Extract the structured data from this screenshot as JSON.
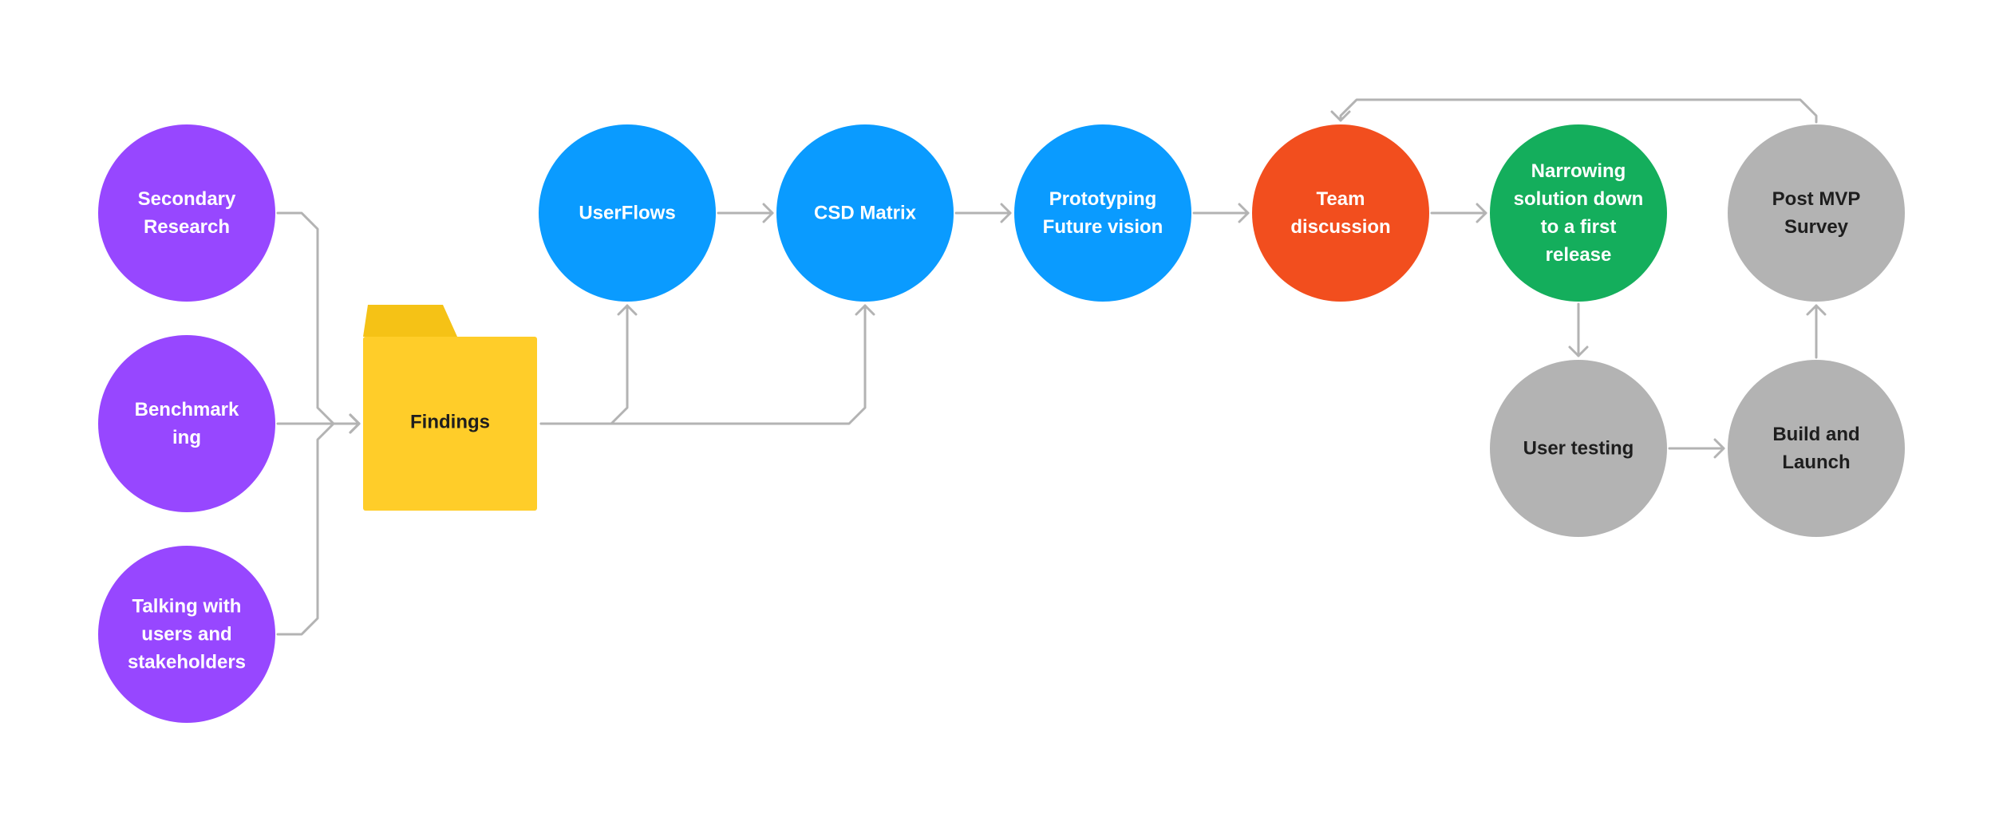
{
  "colors": {
    "background": "#ffffff",
    "research": "#9747ff",
    "process": "#0a9bff",
    "discussion": "#f24e1e",
    "solution": "#14ae5c",
    "pending": "#b3b3b3",
    "folder": "#ffcd29",
    "folder_tab": "#f5c216",
    "connector": "#b3b3b3",
    "light_text": "#ffffff",
    "dark_text": "#1e1e1e"
  },
  "nodes": {
    "secondary_research": {
      "lines": [
        "Secondary",
        "Research"
      ],
      "color": "research",
      "text": "light_text",
      "icon": ""
    },
    "benchmarking": {
      "lines": [
        "Benchmark",
        "ing"
      ],
      "color": "research",
      "text": "light_text",
      "icon": ""
    },
    "talking_with_users": {
      "lines": [
        "Talking with",
        "users and",
        "stakeholders"
      ],
      "color": "research",
      "text": "light_text",
      "icon": ""
    },
    "findings": {
      "lines": [
        "Findings"
      ],
      "color": "folder",
      "text": "dark_text",
      "icon": "folder-icon"
    },
    "userflows": {
      "lines": [
        "UserFlows"
      ],
      "color": "process",
      "text": "light_text",
      "icon": ""
    },
    "csd_matrix": {
      "lines": [
        "CSD Matrix"
      ],
      "color": "process",
      "text": "light_text",
      "icon": ""
    },
    "prototyping": {
      "lines": [
        "Prototyping",
        "Future vision"
      ],
      "color": "process",
      "text": "light_text",
      "icon": ""
    },
    "team_discussion": {
      "lines": [
        "Team",
        "discussion"
      ],
      "color": "discussion",
      "text": "light_text",
      "icon": ""
    },
    "narrowing_solution": {
      "lines": [
        "Narrowing",
        "solution down",
        "to a first",
        "release"
      ],
      "color": "solution",
      "text": "light_text",
      "icon": ""
    },
    "user_testing": {
      "lines": [
        "User testing"
      ],
      "color": "pending",
      "text": "dark_text",
      "icon": ""
    },
    "build_and_launch": {
      "lines": [
        "Build and",
        "Launch"
      ],
      "color": "pending",
      "text": "dark_text",
      "icon": ""
    },
    "post_mvp_survey": {
      "lines": [
        "Post MVP",
        "Survey"
      ],
      "color": "pending",
      "text": "dark_text",
      "icon": ""
    }
  },
  "edges": [
    {
      "from": "secondary_research",
      "to": "findings"
    },
    {
      "from": "benchmarking",
      "to": "findings"
    },
    {
      "from": "talking_with_users",
      "to": "findings"
    },
    {
      "from": "findings",
      "to": "userflows"
    },
    {
      "from": "findings",
      "to": "csd_matrix"
    },
    {
      "from": "userflows",
      "to": "csd_matrix"
    },
    {
      "from": "csd_matrix",
      "to": "prototyping"
    },
    {
      "from": "prototyping",
      "to": "team_discussion"
    },
    {
      "from": "team_discussion",
      "to": "narrowing_solution"
    },
    {
      "from": "narrowing_solution",
      "to": "user_testing"
    },
    {
      "from": "user_testing",
      "to": "build_and_launch"
    },
    {
      "from": "build_and_launch",
      "to": "post_mvp_survey"
    },
    {
      "from": "post_mvp_survey",
      "to": "team_discussion"
    }
  ]
}
